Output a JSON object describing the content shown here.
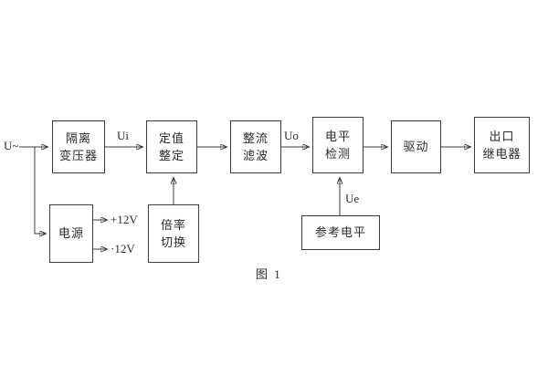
{
  "diagram": {
    "caption": "图 1",
    "input_label": "U~",
    "labels": {
      "ui": "Ui",
      "uo": "Uo",
      "ue": "Ue",
      "plus12": "+12V",
      "minus12": "·12V"
    },
    "blocks": {
      "isolation_transformer": [
        "隔离",
        "变压器"
      ],
      "setpoint_setting": [
        "定值",
        "整定"
      ],
      "rectify_filter": [
        "整流",
        "滤波"
      ],
      "level_detect": [
        "电平",
        "检测"
      ],
      "drive": [
        "驱动"
      ],
      "output_relay": [
        "出口",
        "继电器"
      ],
      "power_supply": [
        "电源"
      ],
      "ratio_switch": [
        "倍率",
        "切换"
      ],
      "reference_level": [
        "参考电平"
      ]
    }
  }
}
